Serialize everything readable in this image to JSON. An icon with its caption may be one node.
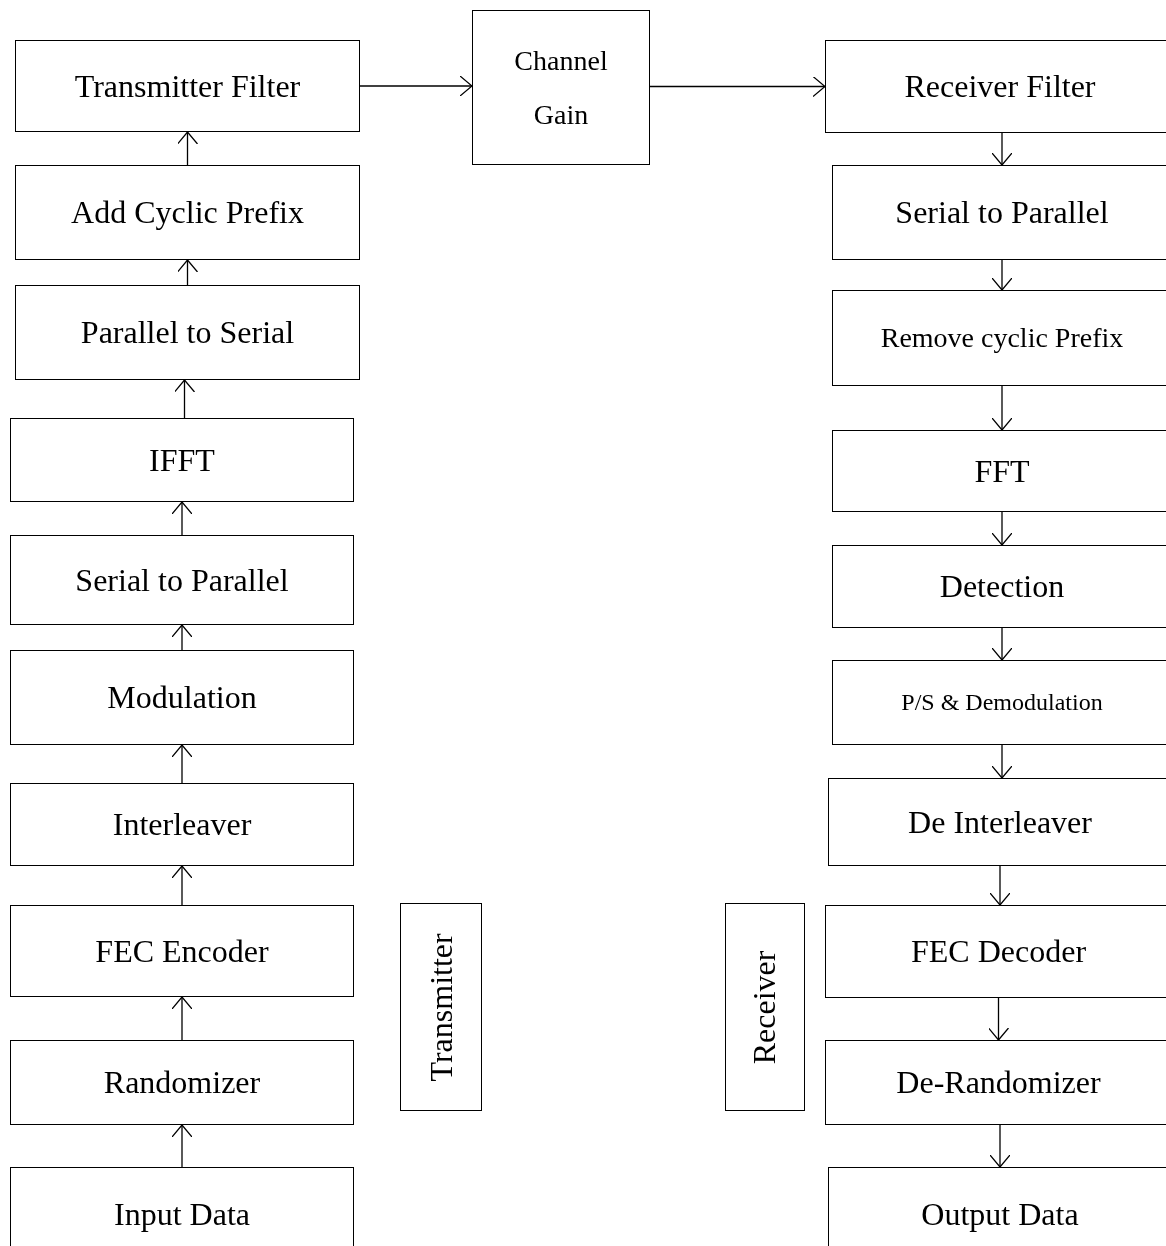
{
  "diagram": {
    "nodes": [
      {
        "text": [
          "Transmitter Filter"
        ]
      },
      {
        "text": [
          "Add Cyclic Prefix"
        ]
      },
      {
        "text": [
          "Parallel to Serial"
        ]
      },
      {
        "text": [
          "IFFT"
        ]
      },
      {
        "text": [
          "Serial to Parallel"
        ]
      },
      {
        "text": [
          "Modulation"
        ]
      },
      {
        "text": [
          "Interleaver"
        ]
      },
      {
        "text": [
          "FEC Encoder"
        ]
      },
      {
        "text": [
          "Randomizer"
        ]
      },
      {
        "text": [
          "Input Data"
        ]
      },
      {
        "text": [
          "Channel Gain"
        ]
      },
      {
        "text": [
          "Receiver Filter"
        ]
      },
      {
        "text": [
          "Serial to Parallel"
        ]
      },
      {
        "text": [
          "Remove cyclic Prefix"
        ]
      },
      {
        "text": [
          "FFT"
        ]
      },
      {
        "text": [
          "Detection"
        ]
      },
      {
        "text": [
          "P/S & Demodulation"
        ]
      },
      {
        "text": [
          "De Interleaver"
        ]
      },
      {
        "text": [
          "FEC Decoder"
        ]
      },
      {
        "text": [
          "De-Randomizer"
        ]
      },
      {
        "text": [
          "Output Data"
        ]
      },
      {
        "text": [
          "Transmitter"
        ]
      },
      {
        "text": [
          "Receiver"
        ]
      }
    ],
    "edges": [
      {
        "from": 9,
        "to": 8,
        "arrow": "to"
      },
      {
        "from": 8,
        "to": 7,
        "arrow": "to"
      },
      {
        "from": 7,
        "to": 6,
        "arrow": "to"
      },
      {
        "from": 6,
        "to": 5,
        "arrow": "to"
      },
      {
        "from": 5,
        "to": 4,
        "arrow": "to"
      },
      {
        "from": 4,
        "to": 3,
        "arrow": "to"
      },
      {
        "from": 3,
        "to": 2,
        "arrow": "to"
      },
      {
        "from": 2,
        "to": 1,
        "arrow": "to"
      },
      {
        "from": 1,
        "to": 0,
        "arrow": "to"
      },
      {
        "from": 0,
        "to": 10,
        "arrow": "to"
      },
      {
        "from": 10,
        "to": 11,
        "arrow": "to"
      },
      {
        "from": 11,
        "to": 12,
        "arrow": "to"
      },
      {
        "from": 12,
        "to": 13,
        "arrow": "to"
      },
      {
        "from": 13,
        "to": 14,
        "arrow": "to"
      },
      {
        "from": 14,
        "to": 15,
        "arrow": "to"
      },
      {
        "from": 15,
        "to": 16,
        "arrow": "to"
      },
      {
        "from": 16,
        "to": 17,
        "arrow": "to"
      },
      {
        "from": 17,
        "to": 18,
        "arrow": "to"
      },
      {
        "from": 18,
        "to": 19,
        "arrow": "to"
      },
      {
        "from": 19,
        "to": 20,
        "arrow": "to"
      }
    ]
  }
}
